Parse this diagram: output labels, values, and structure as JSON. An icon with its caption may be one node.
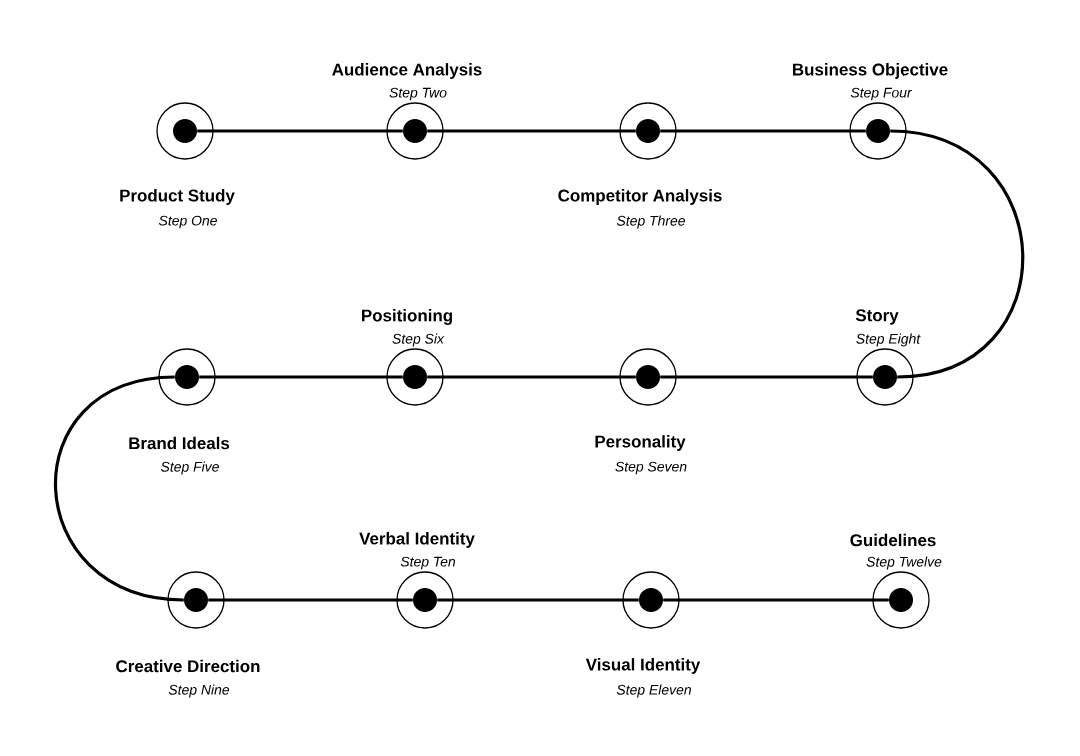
{
  "diagram": {
    "nodes": [
      {
        "text": [
          "Product Study",
          "Step One"
        ]
      },
      {
        "text": [
          "Audience Analysis",
          "Step Two"
        ]
      },
      {
        "text": [
          "Competitor Analysis",
          "Step Three"
        ]
      },
      {
        "text": [
          "Business Objective",
          "Step Four"
        ]
      },
      {
        "text": [
          "Brand Ideals",
          "Step Five"
        ]
      },
      {
        "text": [
          "Positioning",
          "Step Six"
        ]
      },
      {
        "text": [
          "Personality",
          "Step Seven"
        ]
      },
      {
        "text": [
          "Story",
          "Step Eight"
        ]
      },
      {
        "text": [
          "Creative Direction",
          "Step Nine"
        ]
      },
      {
        "text": [
          "Verbal Identity",
          "Step Ten"
        ]
      },
      {
        "text": [
          "Visual Identity",
          "Step Eleven"
        ]
      },
      {
        "text": [
          "Guidelines",
          "Step Twelve"
        ]
      }
    ],
    "edges": [
      {
        "from": 0,
        "to": 1,
        "arrow": "none"
      },
      {
        "from": 1,
        "to": 2,
        "arrow": "none"
      },
      {
        "from": 2,
        "to": 3,
        "arrow": "none"
      },
      {
        "from": 3,
        "to": 7,
        "arrow": "none"
      },
      {
        "from": 7,
        "to": 6,
        "arrow": "none"
      },
      {
        "from": 6,
        "to": 5,
        "arrow": "none"
      },
      {
        "from": 5,
        "to": 4,
        "arrow": "none"
      },
      {
        "from": 4,
        "to": 8,
        "arrow": "none"
      },
      {
        "from": 8,
        "to": 9,
        "arrow": "none"
      },
      {
        "from": 9,
        "to": 10,
        "arrow": "none"
      },
      {
        "from": 10,
        "to": 11,
        "arrow": "none"
      }
    ]
  }
}
